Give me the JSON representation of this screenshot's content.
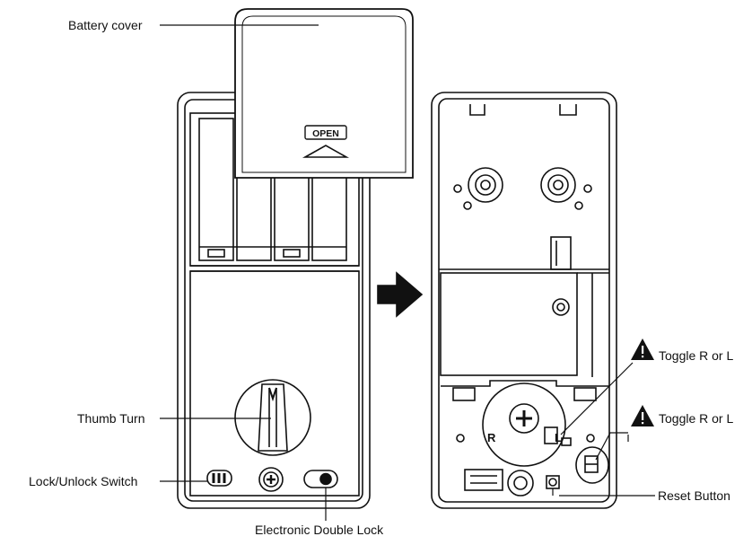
{
  "labels": {
    "battery_cover": "Battery cover",
    "thumb_turn": "Thumb Turn",
    "lock_unlock_switch": "Lock/Unlock Switch",
    "electronic_double_lock": "Electronic Double Lock",
    "toggle_1": "Toggle R or L",
    "toggle_2": "Toggle R or L",
    "reset_button": "Reset Button"
  },
  "marks": {
    "open_badge": "OPEN",
    "right_mark": "R",
    "left_mark": "L"
  },
  "colors": {
    "line": "#111111",
    "cover_fill": "#ffffff",
    "arrow": "#111111"
  },
  "icons": [
    "warning-icon",
    "arrow-right-icon",
    "screw-icon"
  ]
}
